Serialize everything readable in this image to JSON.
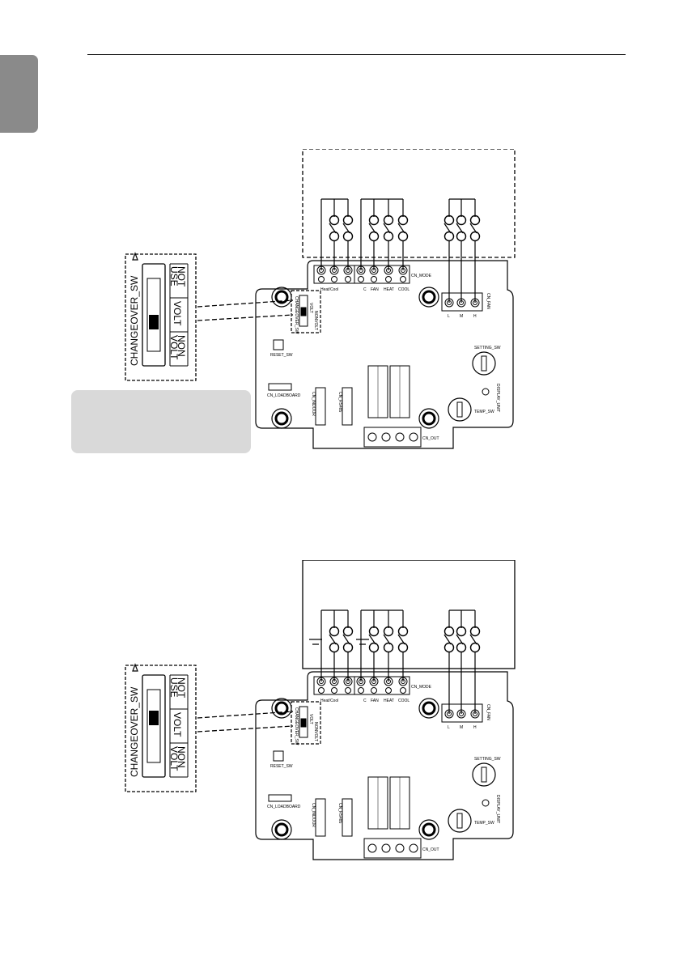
{
  "page": {
    "tab_color": "#8a8a8a",
    "note_color": "#d9d9d9"
  },
  "diagrams": [
    {
      "switch_position": "NON VOLT",
      "external_frame": "dashed"
    },
    {
      "switch_position": "VOLT",
      "external_frame": "solid"
    }
  ],
  "labels": {
    "changeover_title": "CHANGEOVER_SW",
    "not_use_1": "NOT",
    "not_use_2": "USE",
    "volt": "VOLT",
    "non_volt_1": "NON",
    "non_volt_2": "VOLT",
    "pcb_changeover": "CHANGEOVER_SW",
    "pcb_volt": "VOLT",
    "pcb_nonvolt": "NONVOLT",
    "heat_cool": "Heat/Cool",
    "c": "C",
    "fan": "FAN",
    "heat": "HEAT",
    "cool": "COOL",
    "cn_mode": "CN_MODE",
    "cn_fan": "CN_FAN",
    "l": "L",
    "m": "M",
    "h": "H",
    "reset_sw": "RESET_SW",
    "setting_sw": "SETTING_SW",
    "temp_sw": "TEMP_SW",
    "cn_indoor": "CN_INDOOR",
    "cn_rs485": "CN_RS485",
    "cn_out": "CN_OUT",
    "cn_loadboard": "CN_LOADBOARD",
    "display_unit": "DISPLAY_UNIT"
  }
}
